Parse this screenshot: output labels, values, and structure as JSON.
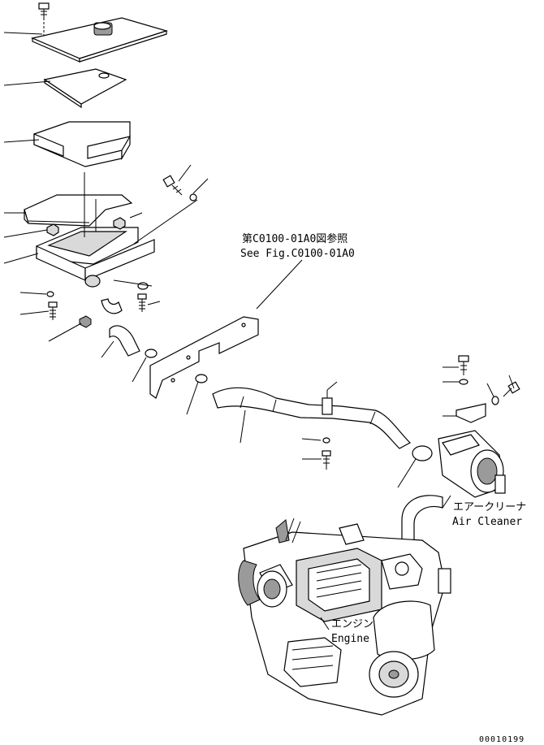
{
  "reference_note": {
    "line1": "第C0100-01A0図参照",
    "line2": "See Fig.C0100-01A0"
  },
  "air_cleaner": {
    "jp": "エアークリーナ",
    "en": "Air Cleaner"
  },
  "engine": {
    "jp": "エンジン",
    "en": "Engine"
  },
  "drawing_number": "00010199"
}
